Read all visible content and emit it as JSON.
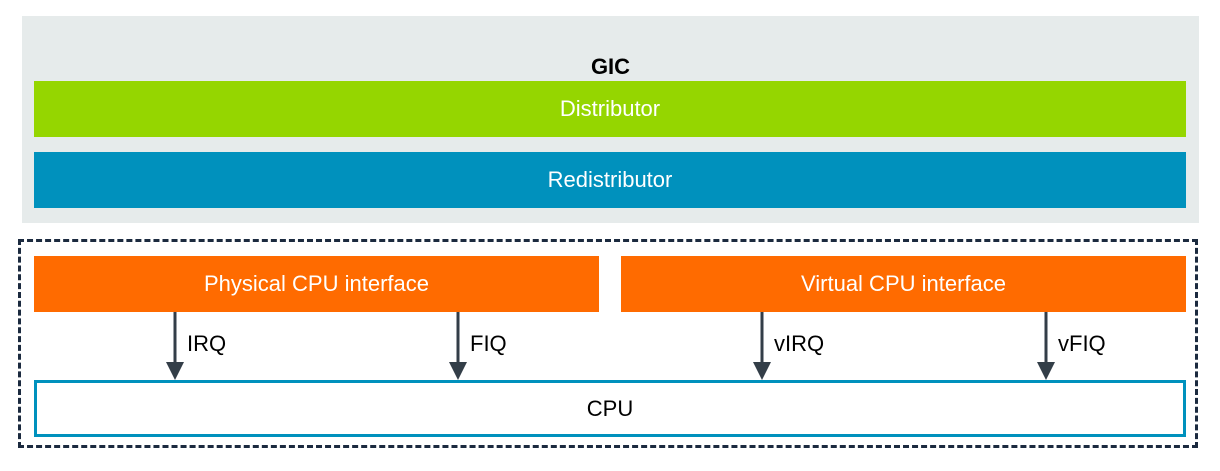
{
  "gic": {
    "title": "GIC",
    "distributor": "Distributor",
    "redistributor": "Redistributor"
  },
  "interfaces": {
    "physical": "Physical CPU interface",
    "virtual": "Virtual CPU interface"
  },
  "signals": [
    {
      "label": "IRQ"
    },
    {
      "label": "FIQ"
    },
    {
      "label": "vIRQ"
    },
    {
      "label": "vFIQ"
    }
  ],
  "cpu": {
    "label": "CPU"
  },
  "colors": {
    "gic_background": "#e6ebeb",
    "distributor": "#95d600",
    "redistributor": "#0091bd",
    "cpu_interface": "#ff6b00",
    "cpu_border": "#0091bd",
    "arrow": "#333e48",
    "dashed_border": "#1b2a3f"
  }
}
